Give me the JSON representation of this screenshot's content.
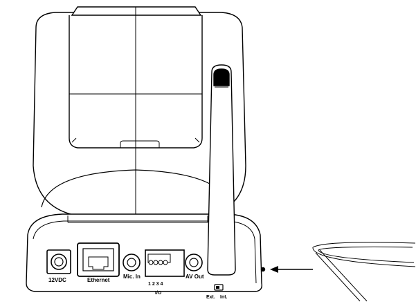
{
  "ports": {
    "power_label": "12VDC",
    "ethernet_label": "Ethernet",
    "mic_label": "Mic. In",
    "io_pins": "1  2  3  4",
    "io_label": "I/O",
    "av_label": "AV Out",
    "switch_ext": "Ext.",
    "switch_int": "Int."
  }
}
